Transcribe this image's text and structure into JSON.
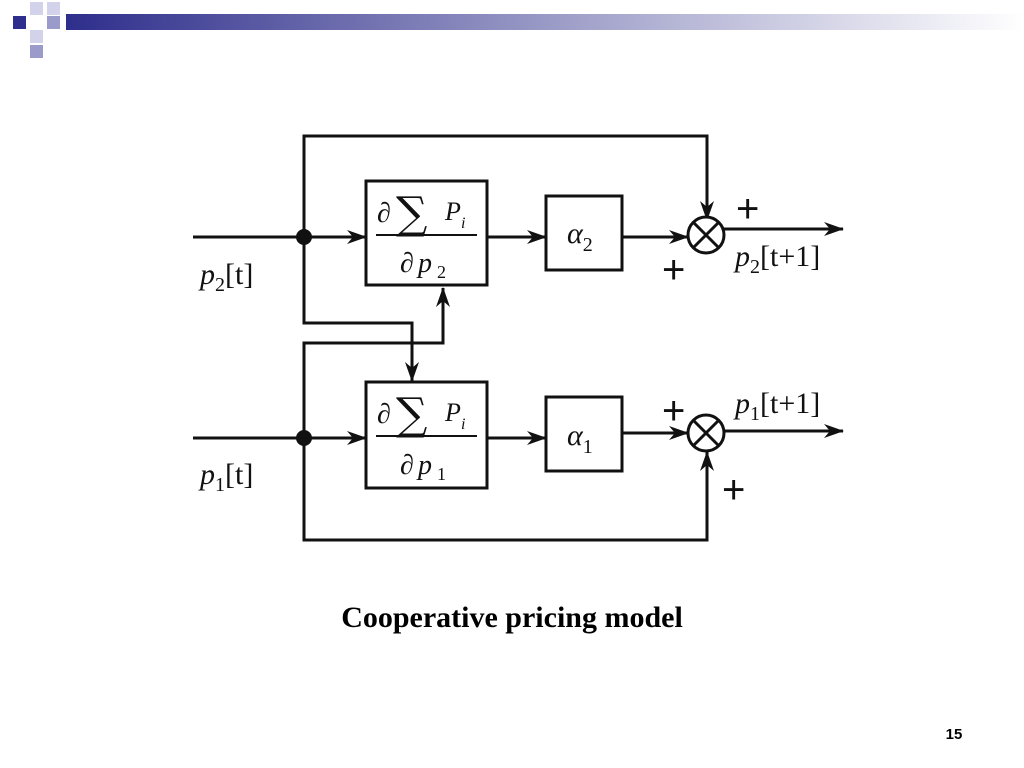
{
  "slide": {
    "caption": "Cooperative pricing model",
    "slide_number": "15",
    "accent_color": "#2e2e8c"
  },
  "diagram": {
    "inputs": {
      "p2": {
        "base": "p",
        "sub": "2",
        "tail": "[t]"
      },
      "p1": {
        "base": "p",
        "sub": "1",
        "tail": "[t]"
      }
    },
    "outputs": {
      "p2": {
        "base": "p",
        "sub": "2",
        "tail": "[t+1]"
      },
      "p1": {
        "base": "p",
        "sub": "1",
        "tail": "[t+1]"
      }
    },
    "gradient_blocks": [
      {
        "num_del": "∂",
        "num_sum": "∑",
        "num_P": "P",
        "num_sub": "i",
        "den_del": "∂",
        "den_var": "p",
        "den_sub": "2"
      },
      {
        "num_del": "∂",
        "num_sum": "∑",
        "num_P": "P",
        "num_sub": "i",
        "den_del": "∂",
        "den_var": "p",
        "den_sub": "1"
      }
    ],
    "gain_blocks": [
      {
        "symbol": "α",
        "sub": "2"
      },
      {
        "symbol": "α",
        "sub": "1"
      }
    ],
    "summer_signs": {
      "top_feedback": "+",
      "top_input": "+",
      "bottom_input": "+",
      "bottom_feedback": "+"
    }
  }
}
